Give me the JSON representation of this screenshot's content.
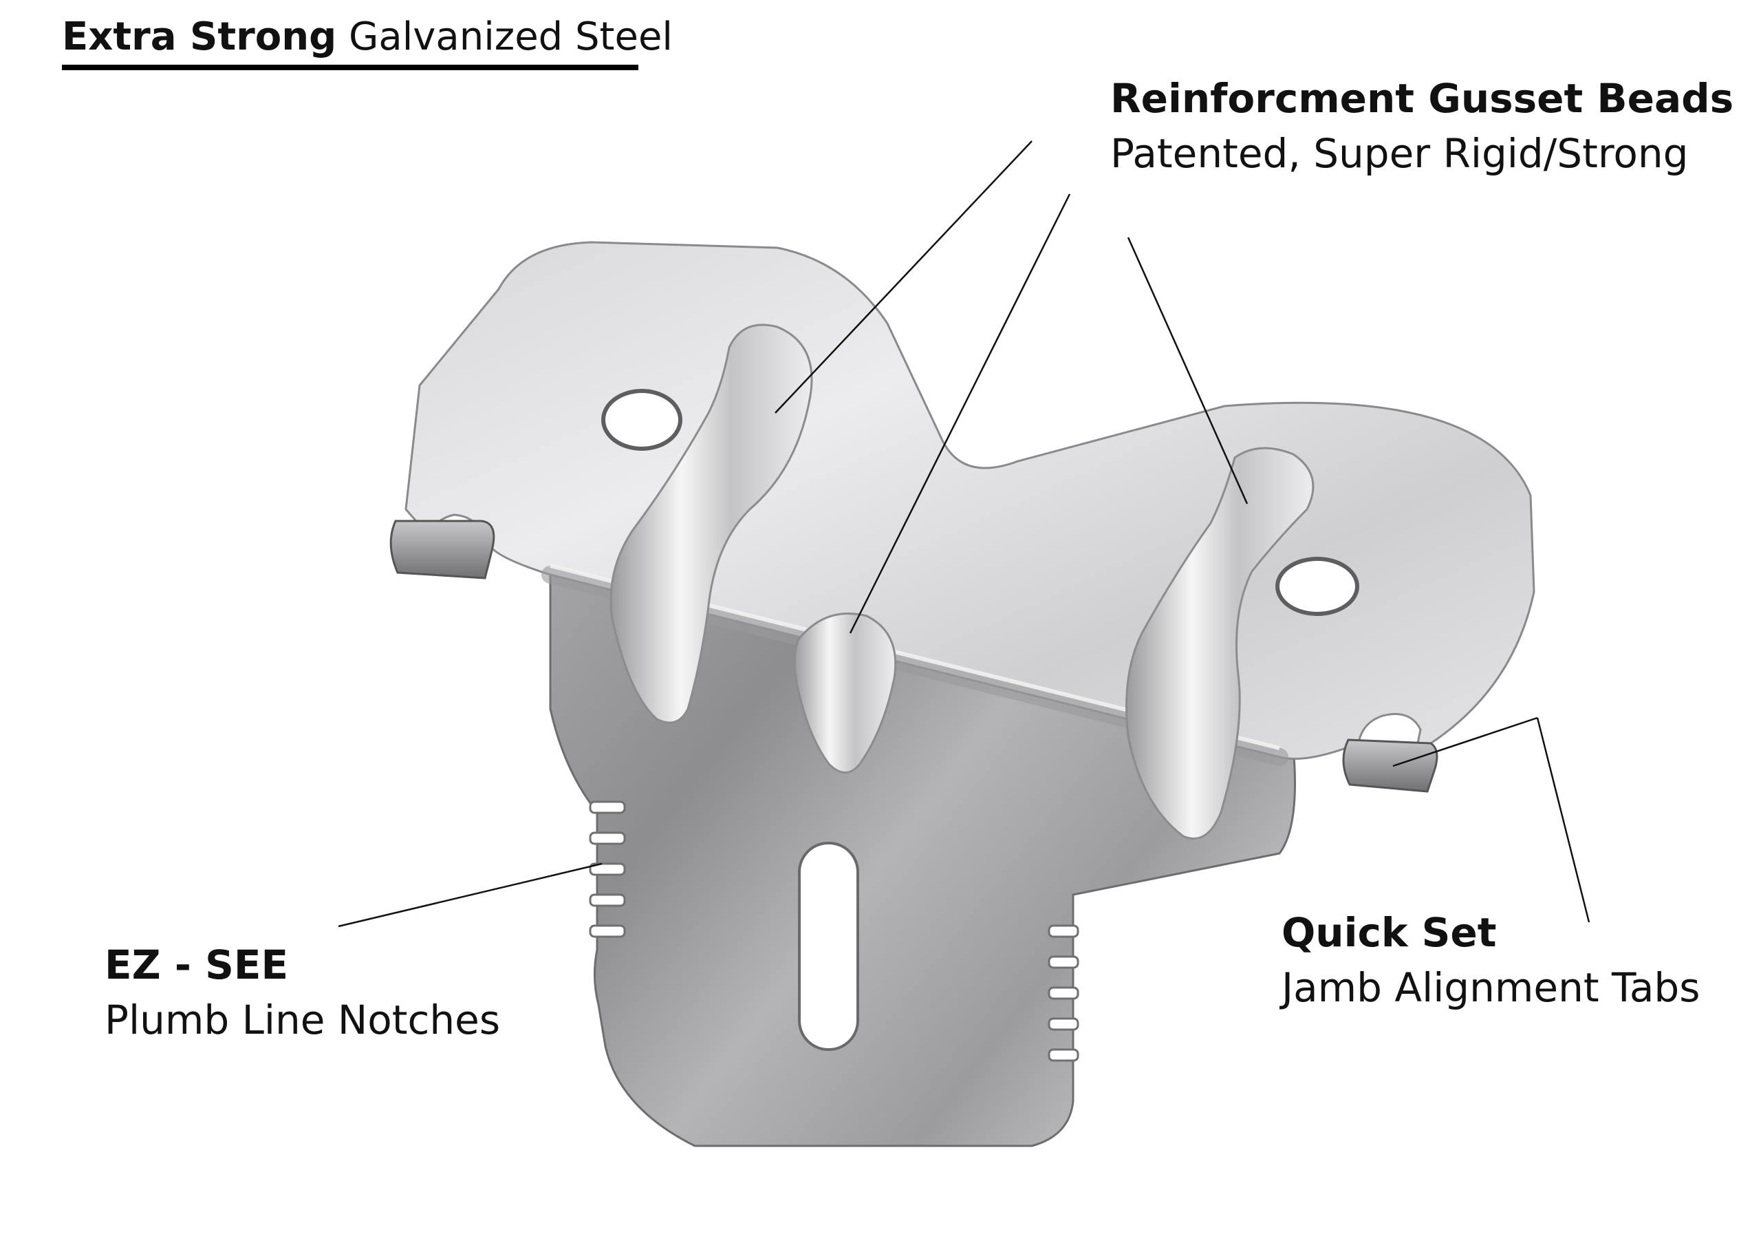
{
  "title": {
    "bold": "Extra Strong",
    "rest": "Galvanized Steel"
  },
  "callouts": {
    "gusset": {
      "heading": "Reinforcment Gusset Beads",
      "text": "Patented, Super Rigid/Strong"
    },
    "quick_set": {
      "heading": "Quick Set",
      "text": "Jamb Alignment Tabs"
    },
    "ez_see": {
      "heading": "EZ - SEE",
      "text": "Plumb Line Notches"
    }
  },
  "colors": {
    "steel_light": "#e2e2e4",
    "steel_mid": "#b8b8ba",
    "steel_dark": "#7e7e80",
    "line": "#111111"
  }
}
